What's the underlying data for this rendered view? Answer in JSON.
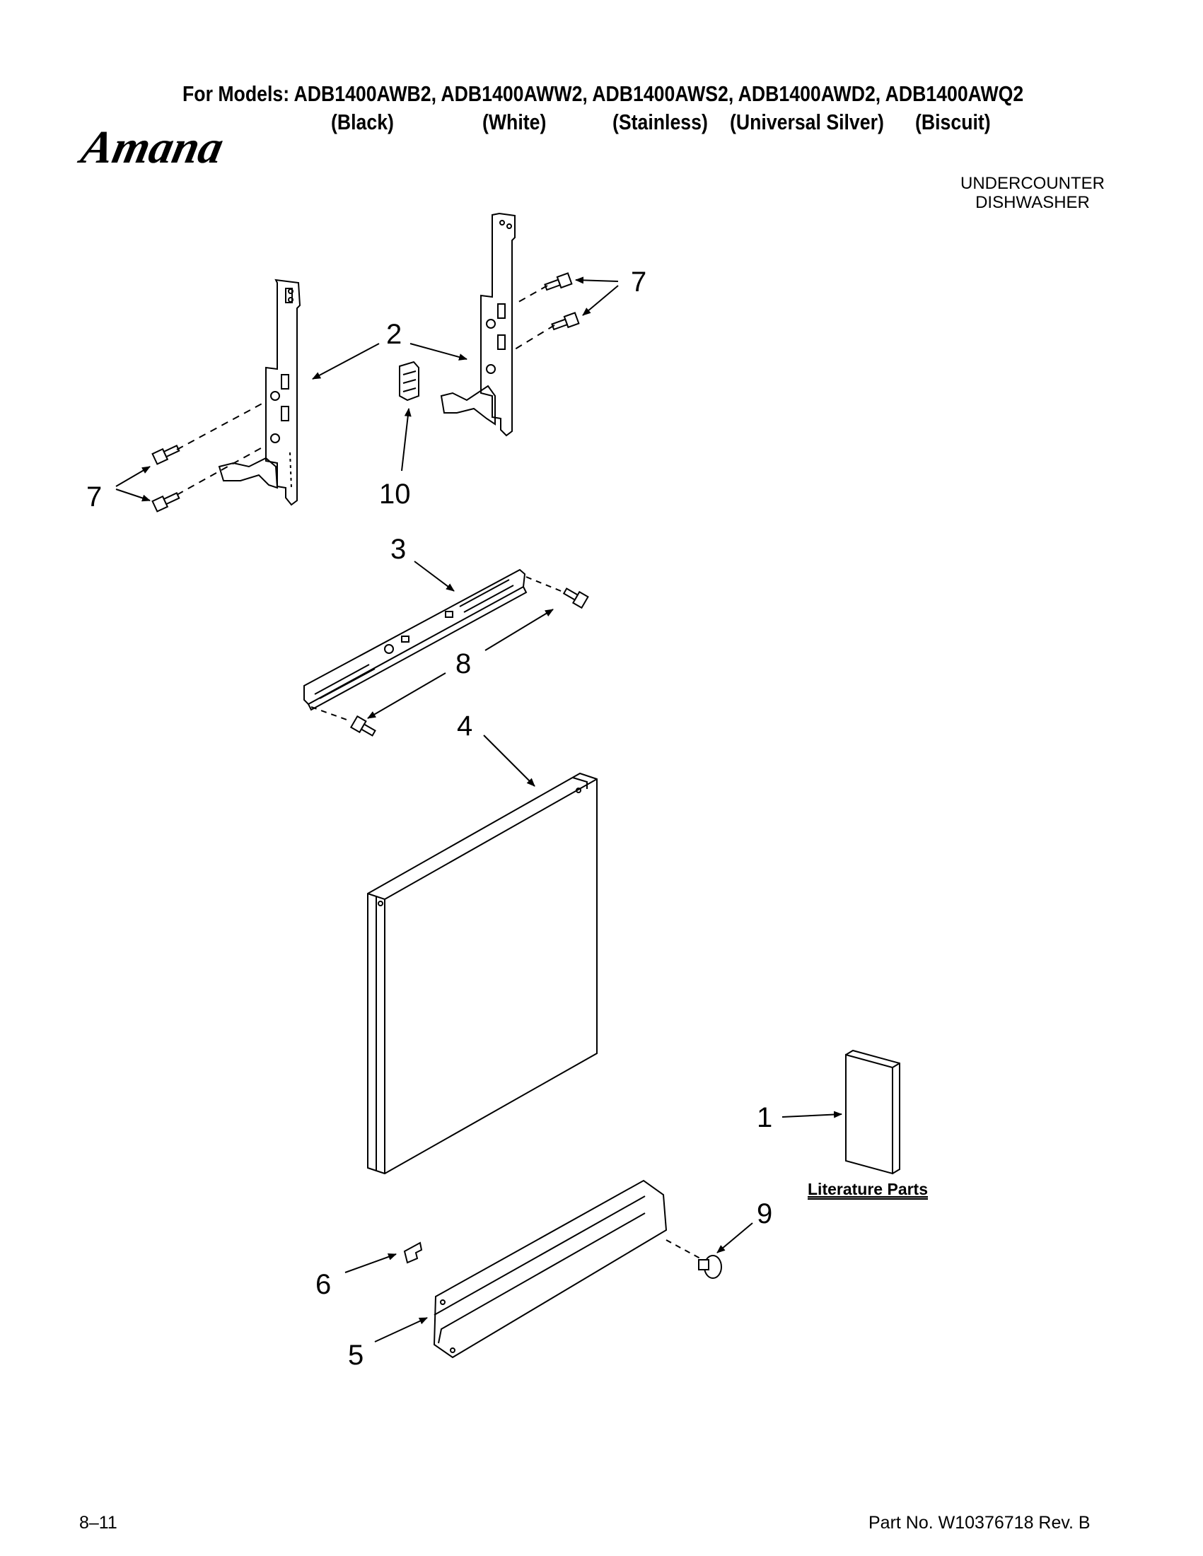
{
  "brand": "Amana",
  "header": {
    "models_line": "For Models: ADB1400AWB2, ADB1400AWW2, ADB1400AWS2, ADB1400AWD2, ADB1400AWQ2",
    "colors": [
      "(Black)",
      "(White)",
      "(Stainless)",
      "(Universal Silver)",
      "(Biscuit)"
    ]
  },
  "appliance_type": [
    "UNDERCOUNTER",
    "DISHWASHER"
  ],
  "callouts": {
    "c1": "1",
    "c2": "2",
    "c3": "3",
    "c4": "4",
    "c5": "5",
    "c6": "6",
    "c7a": "7",
    "c7b": "7",
    "c8": "8",
    "c9": "9",
    "c10": "10"
  },
  "literature_label": "Literature Parts",
  "footer": {
    "date_code": "8–11",
    "part_number": "Part No. W10376718 Rev. B"
  }
}
